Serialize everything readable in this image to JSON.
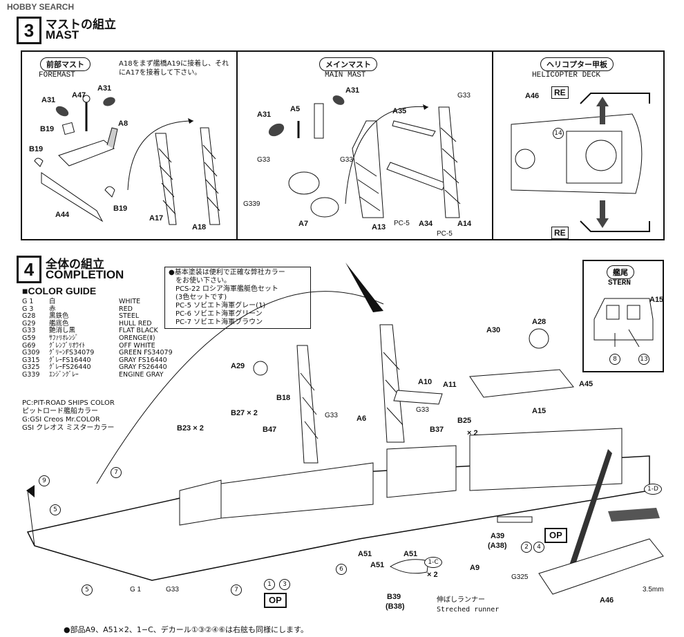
{
  "header": {
    "watermark": "HOBBY SEARCH"
  },
  "step3": {
    "number": "3",
    "title_jp": "マストの組立",
    "title_en": "MAST",
    "foremast": {
      "label_jp": "前部マスト",
      "label_en": "FOREMAST",
      "note": "A18をまず艦橋A19に接着し、それにA17を接着して下さい。",
      "parts": [
        "A31",
        "A47",
        "A31",
        "B19",
        "A8",
        "B19",
        "A44",
        "B19",
        "A17",
        "A18"
      ]
    },
    "mainmast": {
      "label_jp": "メインマスト",
      "label_en": "MAIN MAST",
      "parts": [
        "A31",
        "A31",
        "A5",
        "G33",
        "A35",
        "G33",
        "G33",
        "G339",
        "A7",
        "A13",
        "PC-5",
        "A34",
        "A14",
        "PC-5"
      ]
    },
    "heli": {
      "label_jp": "ヘリコプター甲板",
      "label_en": "HELICOPTER DECK",
      "part": "A46",
      "re": "RE",
      "num": "14"
    }
  },
  "step4": {
    "number": "4",
    "title_jp": "全体の組立",
    "title_en": "COMPLETION",
    "paint_note": {
      "lines": [
        "●基本塗装は便利で正確な弊社カラー",
        "をお使い下さい。",
        "PCS-22 ロシア海軍艦艇色セット",
        "(3色セットです)",
        "PC-5  ソビエト海軍グレー(1)",
        "PC-6  ソビエト海軍グリーン",
        "PC-7  ソビエト海軍ブラウン"
      ]
    },
    "color_guide": {
      "title": "■COLOR GUIDE",
      "rows": [
        [
          "G 1",
          "白",
          "WHITE"
        ],
        [
          "G 3",
          "赤",
          "RED"
        ],
        [
          "G28",
          "黒鉄色",
          "STEEL"
        ],
        [
          "G29",
          "艦底色",
          "HULL RED"
        ],
        [
          "G33",
          "艶消し黒",
          "FLAT BLACK"
        ],
        [
          "G59",
          "ｻﾌｧﾘｵﾚﾝｼﾞ",
          "ORENGE(Ⅱ)"
        ],
        [
          "G69",
          "ｸﾞﾚﾝﾌﾞﾘｵﾜｲﾄ",
          "OFF WHITE"
        ],
        [
          "G309",
          "ｸﾞﾘｰﾝFS34079",
          "GREEN FS34079"
        ],
        [
          "G315",
          "ｸﾞﾚｰFS16440",
          "GRAY FS16440"
        ],
        [
          "G325",
          "ｸﾞﾚｰFS26440",
          "GRAY FS26440"
        ],
        [
          "G339",
          "ｴﾝｼﾞﾝｸﾞﾚｰ",
          "ENGINE GRAY"
        ]
      ],
      "legend": [
        "PC:PIT-ROAD SHIPS COLOR",
        "    ピットロード艦船カラー",
        "G:GSI Creos Mr.COLOR",
        "  GSI クレオス ミスターカラー"
      ]
    },
    "stern": {
      "label_jp": "艦尾",
      "label_en": "STERN",
      "part": "A15",
      "nums": [
        "8",
        "13"
      ]
    },
    "parts": {
      "A29": "A29",
      "A30": "A30",
      "A28": "A28",
      "A45": "A45",
      "B18": "B18",
      "B27": "B27 × 2",
      "B23": "B23 × 2",
      "B47": "B47",
      "A10": "A10",
      "A11": "A11",
      "G33a": "G33",
      "G33b": "G33",
      "A6": "A6",
      "B37": "B37",
      "B25": "B25",
      "B25x": "× 2",
      "A15": "A15",
      "G1": "G 1",
      "G33c": "G33",
      "A51a": "A51",
      "A51b": "A51",
      "A51c": "A51",
      "C1": "1-C",
      "C1x": "× 2",
      "A9": "A9",
      "B39": "B39",
      "B38": "(B38)",
      "A39": "A39",
      "A38": "(A38)",
      "D1": "1-D",
      "G325": "G325",
      "A46": "A46",
      "dim": "3.5mm"
    },
    "decals": {
      "d7": "7",
      "d9": "9",
      "d5a": "5",
      "d5b": "5",
      "d6": "6",
      "d7b": "7",
      "d1": "1",
      "d3": "3",
      "d2": "2",
      "d4": "4"
    },
    "op": "OP",
    "runner_jp": "伸ばしランナー",
    "runner_en": "Streched runner"
  },
  "footer": {
    "note": "●部品A9、A51×2、1−C、デカール①③②④⑥は右舷も同様にします。"
  }
}
